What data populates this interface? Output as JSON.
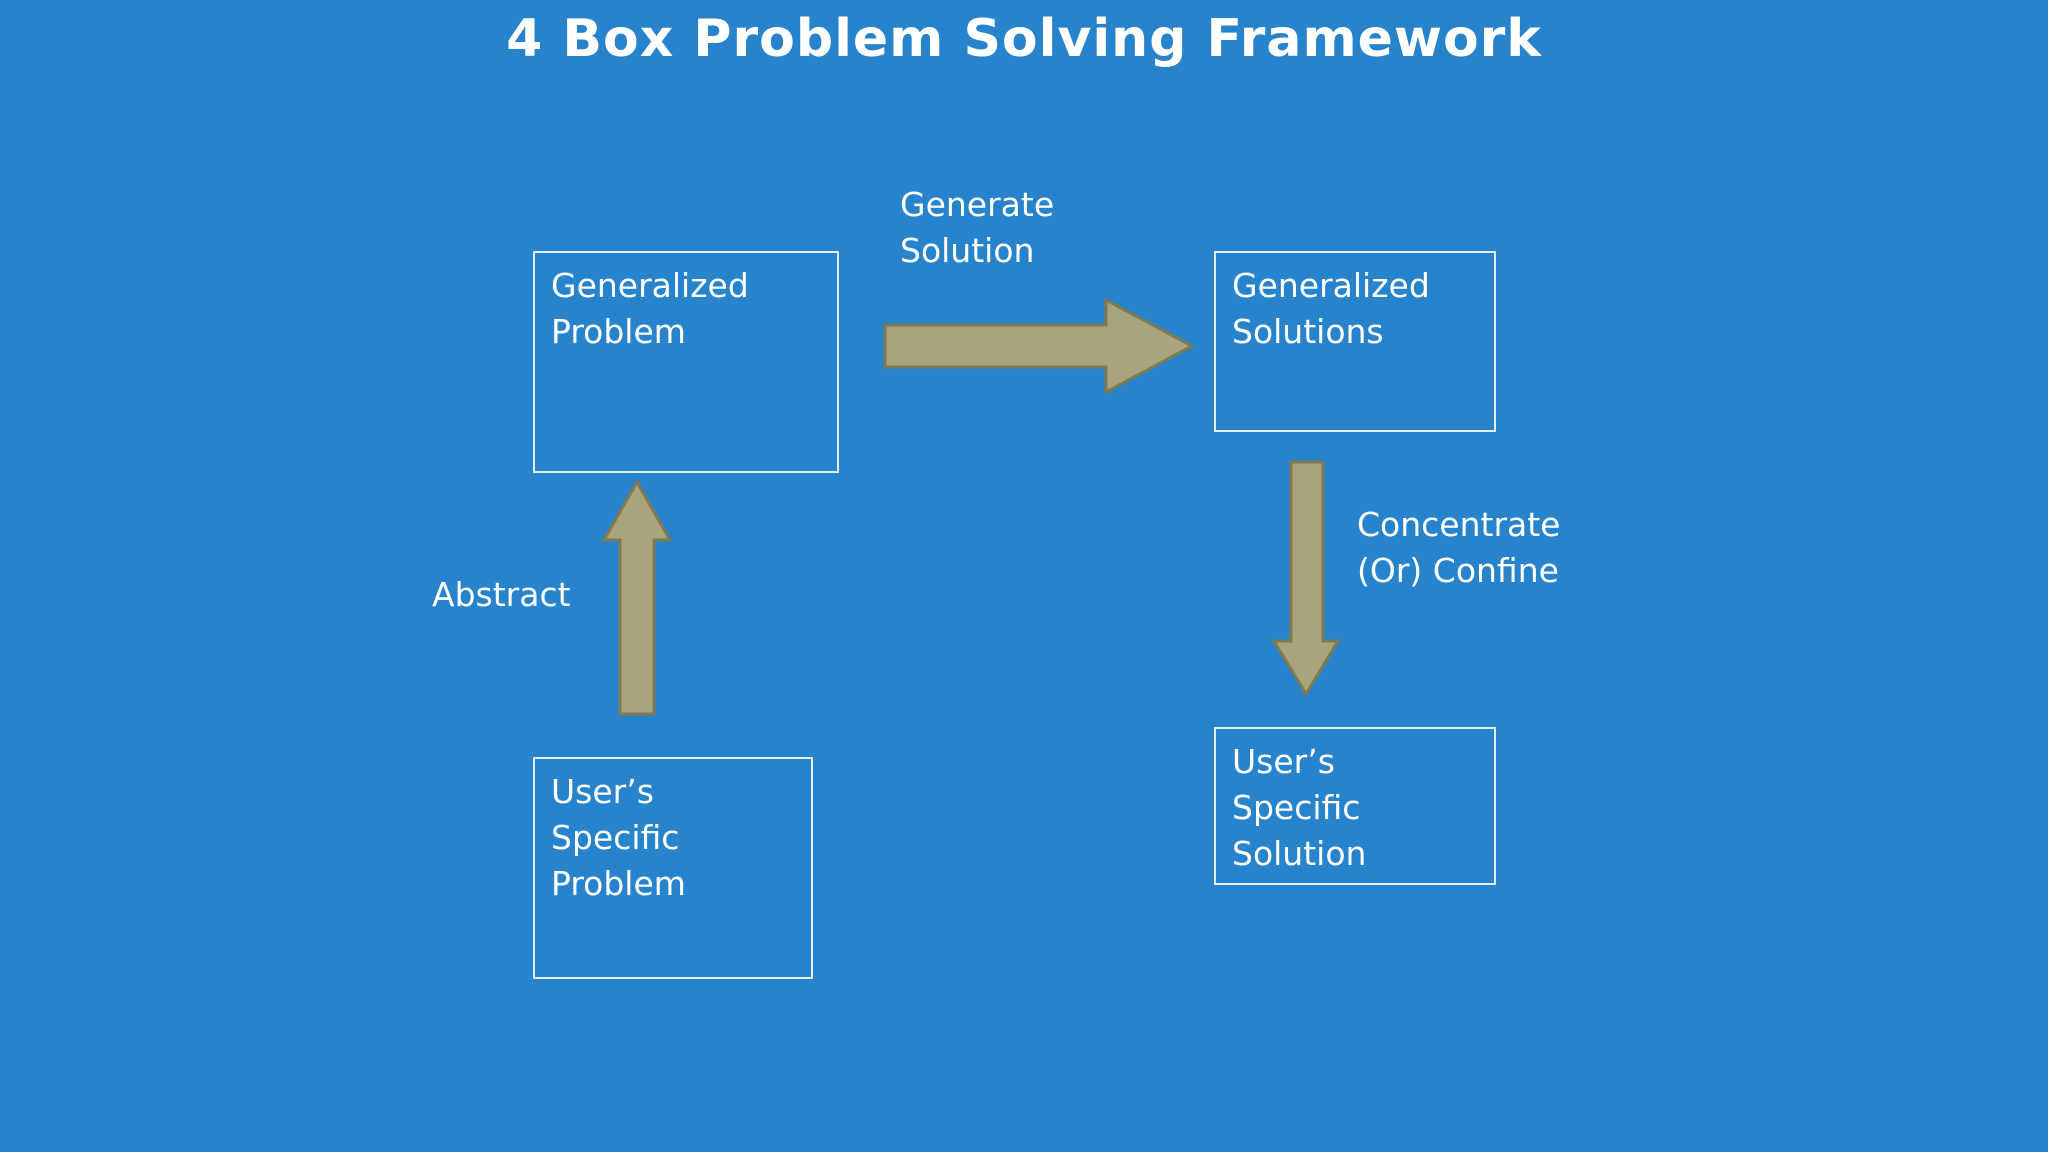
{
  "title": "4 Box Problem Solving Framework",
  "boxes": {
    "generalized_problem": {
      "lines": [
        "Generalized",
        "Problem"
      ]
    },
    "generalized_solutions": {
      "lines": [
        "Generalized",
        "Solutions"
      ]
    },
    "users_specific_problem": {
      "lines": [
        "User’s",
        "Specific",
        "Problem"
      ]
    },
    "users_specific_solution": {
      "lines": [
        "User’s",
        "Specific",
        "Solution"
      ]
    }
  },
  "arrow_labels": {
    "generate_solution": [
      "Generate",
      "Solution"
    ],
    "abstract": "Abstract",
    "concentrate_or_confine": [
      "Concentrate",
      "(Or) Confine"
    ]
  },
  "colors": {
    "background": "#2783cb",
    "arrow_fill": "#a8a47c",
    "arrow_stroke": "#7f7a52",
    "box_border": "#e6eef6",
    "text": "#ffffff"
  }
}
